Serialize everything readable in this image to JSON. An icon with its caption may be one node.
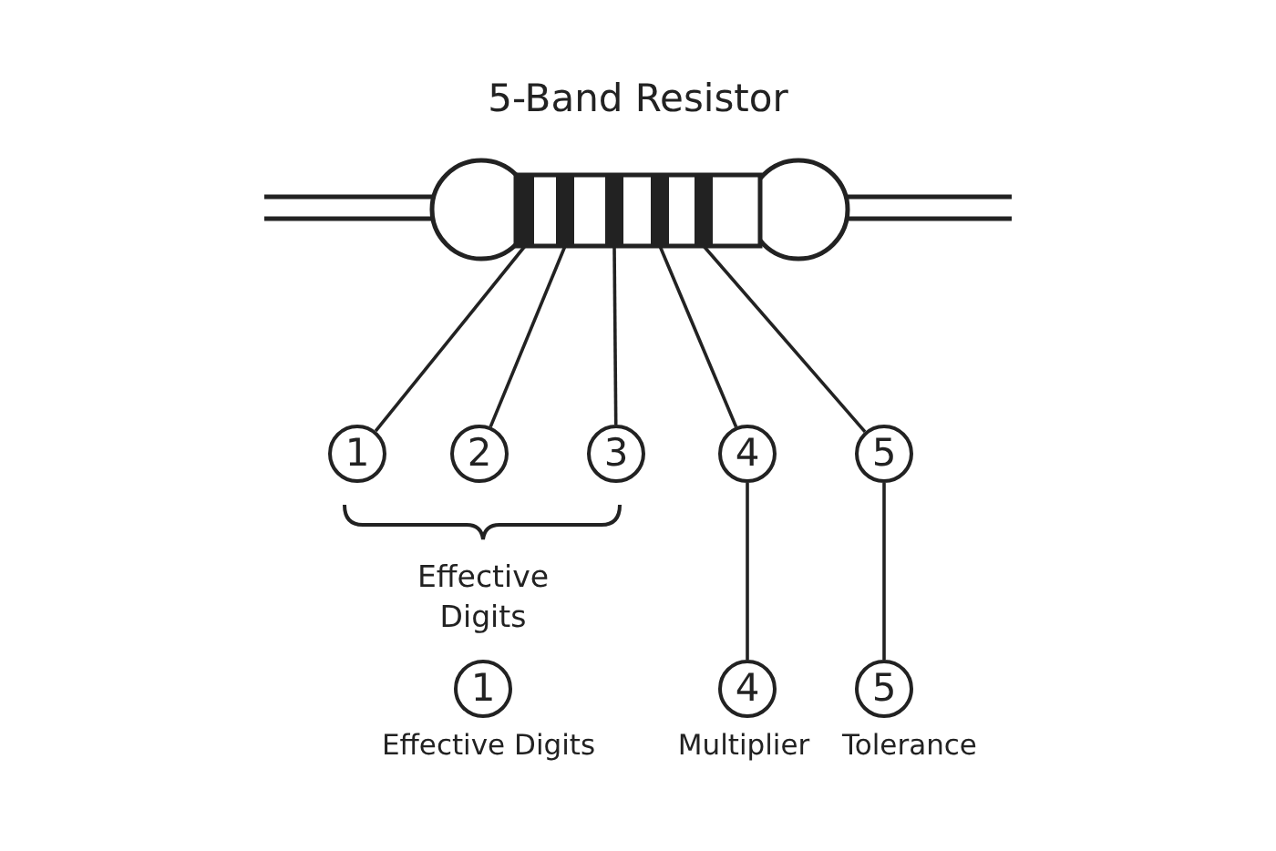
{
  "diagram": {
    "title": "5-Band Resistor",
    "nodes": [
      {
        "text": [
          "1"
        ]
      },
      {
        "text": [
          "2"
        ]
      },
      {
        "text": [
          "3"
        ]
      },
      {
        "text": [
          "4"
        ]
      },
      {
        "text": [
          "5"
        ]
      },
      {
        "text": [],
        "shape": "bar"
      },
      {
        "text": [],
        "shape": "bar"
      },
      {
        "text": [],
        "shape": "bar"
      },
      {
        "text": [],
        "shape": "bar"
      },
      {
        "text": [],
        "shape": "bar"
      },
      {
        "text": [
          "1"
        ],
        "beside": [
          "Effective Digits"
        ]
      },
      {
        "text": [
          "4"
        ],
        "beside": [
          "Multiplier"
        ]
      },
      {
        "text": [
          "5"
        ],
        "beside": [
          "Tolerance"
        ]
      }
    ],
    "edges": [
      {
        "from": 0,
        "to": 5,
        "arrow": "none"
      },
      {
        "from": 1,
        "to": 6,
        "arrow": "none"
      },
      {
        "from": 2,
        "to": 7,
        "arrow": "none"
      },
      {
        "from": 3,
        "to": 8,
        "arrow": "none"
      },
      {
        "from": 4,
        "to": 9,
        "arrow": "none"
      },
      {
        "from": 3,
        "to": 11,
        "arrow": "none"
      },
      {
        "from": 4,
        "to": 12,
        "arrow": "none"
      }
    ],
    "labels": [
      "Effective Digits"
    ]
  }
}
